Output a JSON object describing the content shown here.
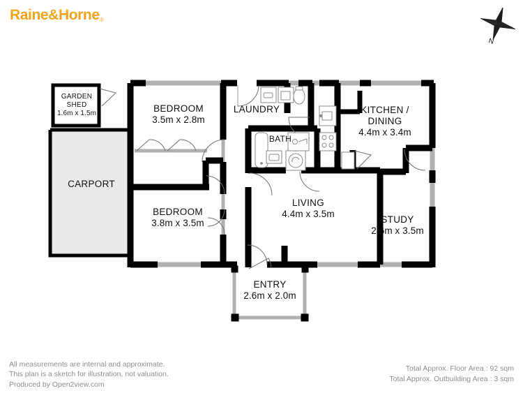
{
  "brand": {
    "name": "Raine&Horne",
    "registered_mark": "®",
    "color": "#F2A81D"
  },
  "compass": {
    "icon": "compass-rose-icon",
    "north_label": "N"
  },
  "plan": {
    "wall_color": "#000000",
    "window_color": "#b3b3b3",
    "carport_fill": "#e9e9e9",
    "rooms": [
      {
        "key": "garden_shed",
        "name": "GARDEN\nSHED",
        "name_line1": "GARDEN",
        "name_line2": "SHED",
        "dimensions": "1.6m x 1.5m"
      },
      {
        "key": "carport",
        "name": "CARPORT",
        "dimensions": ""
      },
      {
        "key": "bedroom_1",
        "name": "BEDROOM",
        "dimensions": "3.5m x 2.8m"
      },
      {
        "key": "bedroom_2",
        "name": "BEDROOM",
        "dimensions": "3.8m x 3.5m"
      },
      {
        "key": "laundry",
        "name": "LAUNDRY",
        "dimensions": ""
      },
      {
        "key": "bath",
        "name": "BATH",
        "dimensions": ""
      },
      {
        "key": "kitchen_dining",
        "name": "KITCHEN /",
        "name_line2": "DINING",
        "dimensions": "4.4m x 3.4m"
      },
      {
        "key": "living",
        "name": "LIVING",
        "dimensions": "4.4m x 3.5m"
      },
      {
        "key": "study",
        "name": "STUDY",
        "dimensions": "2.6m x 3.5m"
      },
      {
        "key": "entry",
        "name": "ENTRY",
        "dimensions": "2.6m x 2.0m"
      }
    ]
  },
  "footer": {
    "disclaimer_line1": "All measurements are internal and approximate.",
    "disclaimer_line2": "This plan is a sketch for illustration, not valuation.",
    "disclaimer_line3": "Produced by Open2view.com",
    "floor_area": "Total Approx. Floor Area : 92 sqm",
    "outbuilding_area": "Total Approx. Outbuilding Area  : 3 sqm"
  }
}
